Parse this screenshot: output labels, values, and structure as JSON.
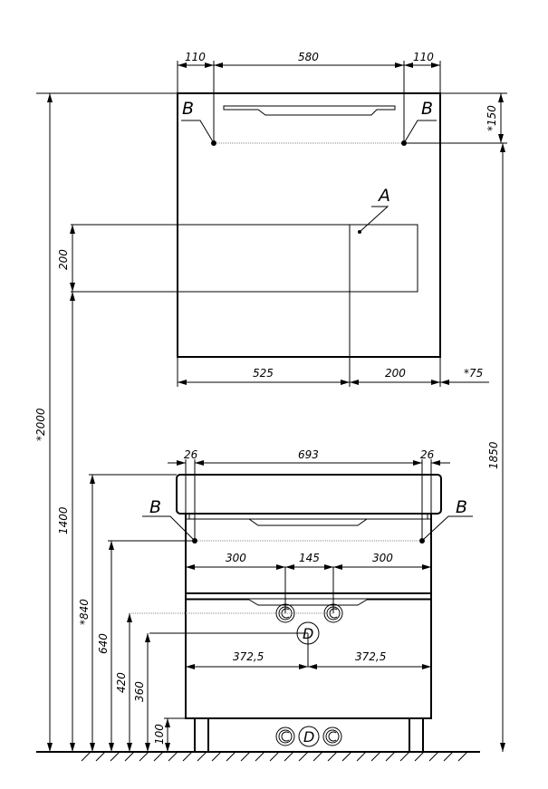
{
  "mirror": {
    "dims_top": [
      "110",
      "580",
      "110"
    ],
    "dim_right": "*150",
    "dims_bottom": [
      "525",
      "200",
      "*75"
    ],
    "dim_zone": "200",
    "label_a": "A",
    "label_b": "B"
  },
  "overall": {
    "height_total": "*2000",
    "height_zone": "1400",
    "height_b_points": "1850"
  },
  "cabinet": {
    "dims_top": [
      "26",
      "693",
      "26"
    ],
    "dims_pipes": [
      "300",
      "145",
      "300"
    ],
    "dims_drain": [
      "372,5",
      "372,5"
    ],
    "heights": [
      "*840",
      "640",
      "420",
      "360",
      "100"
    ],
    "label_b": "B",
    "label_d": "D"
  }
}
